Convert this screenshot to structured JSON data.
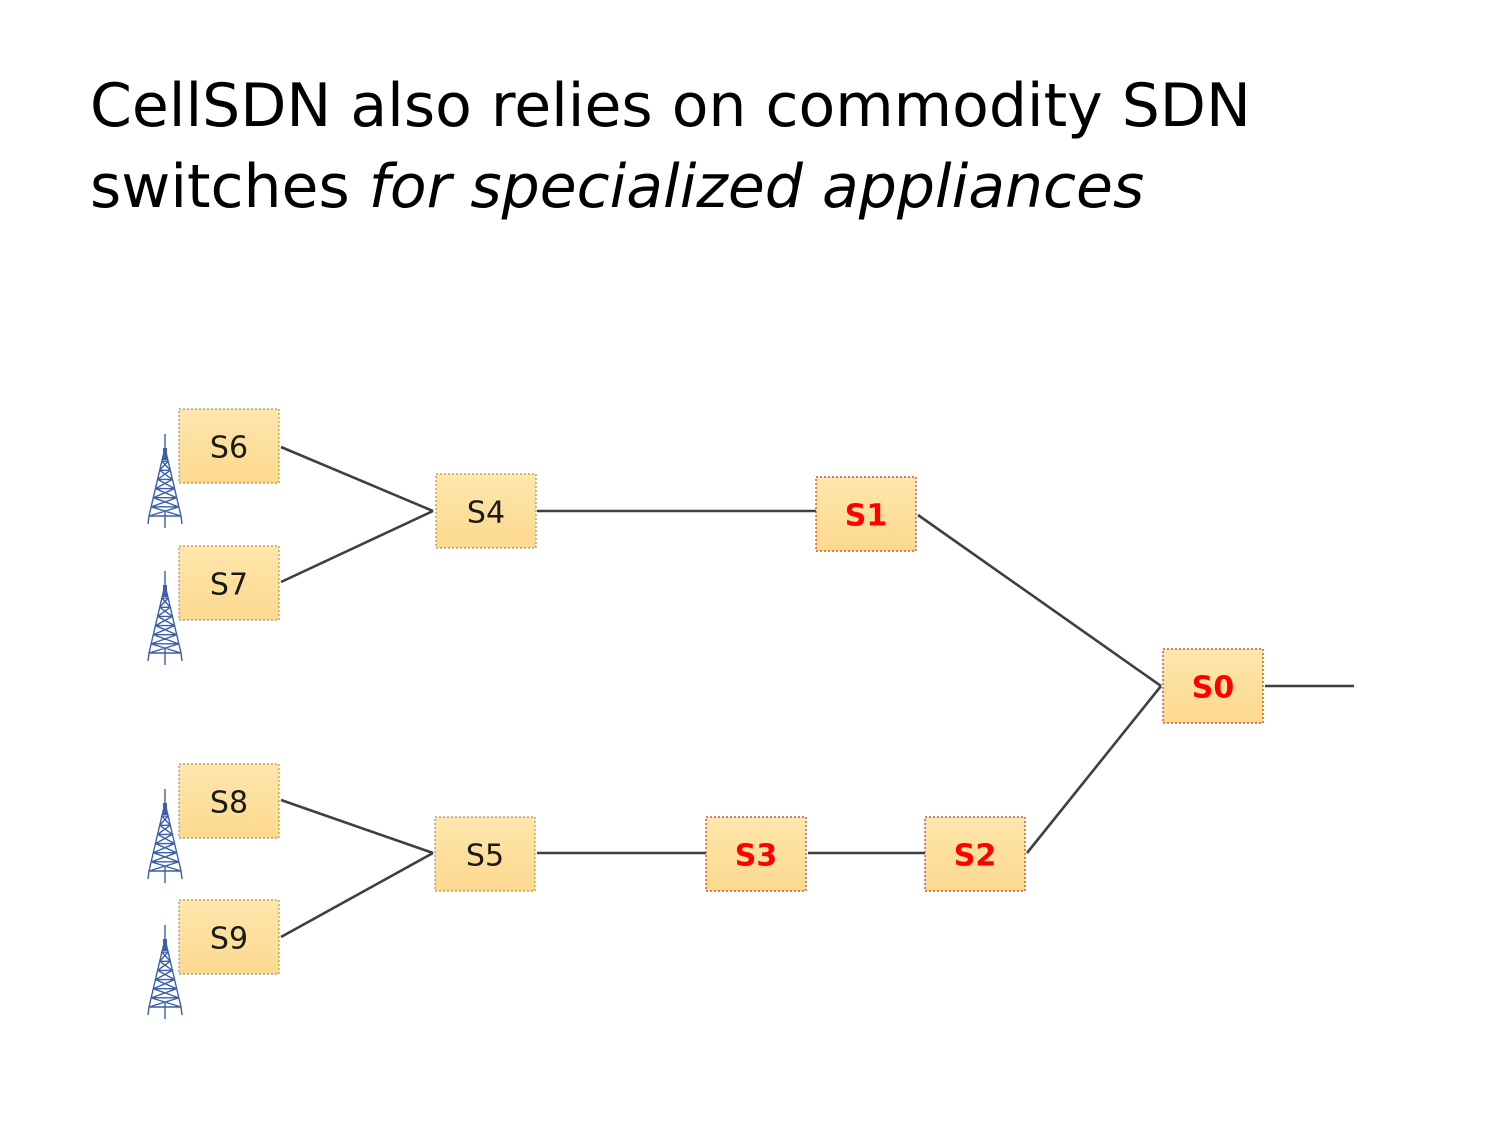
{
  "slide": {
    "title_line1": "CellSDN also relies on commodity SDN",
    "title_line2_plain": "switches ",
    "title_line2_italic": "for specialized appliances"
  },
  "colors": {
    "box_fill": "#fde2a3",
    "box_border_normal": "#b0905a",
    "box_border_special": "#c0392b",
    "label_normal": "#1a1a1a",
    "label_special": "#ff0000",
    "link": "#3f3f3f",
    "tower": "#3c5fa8"
  },
  "diagram": {
    "switches": [
      {
        "id": "S6",
        "label": "S6",
        "special": false
      },
      {
        "id": "S7",
        "label": "S7",
        "special": false
      },
      {
        "id": "S8",
        "label": "S8",
        "special": false
      },
      {
        "id": "S9",
        "label": "S9",
        "special": false
      },
      {
        "id": "S4",
        "label": "S4",
        "special": false
      },
      {
        "id": "S5",
        "label": "S5",
        "special": false
      },
      {
        "id": "S1",
        "label": "S1",
        "special": true
      },
      {
        "id": "S3",
        "label": "S3",
        "special": true
      },
      {
        "id": "S2",
        "label": "S2",
        "special": true
      },
      {
        "id": "S0",
        "label": "S0",
        "special": true
      }
    ],
    "links": [
      {
        "from": "S6",
        "to": "S4"
      },
      {
        "from": "S7",
        "to": "S4"
      },
      {
        "from": "S4",
        "to": "S1"
      },
      {
        "from": "S1",
        "to": "S0"
      },
      {
        "from": "S8",
        "to": "S5"
      },
      {
        "from": "S9",
        "to": "S5"
      },
      {
        "from": "S5",
        "to": "S3"
      },
      {
        "from": "S3",
        "to": "S2"
      },
      {
        "from": "S2",
        "to": "S0"
      },
      {
        "from": "S0",
        "to": "uplink"
      }
    ],
    "base_stations": [
      {
        "attached_to": "S6",
        "icon": "cell-tower-icon"
      },
      {
        "attached_to": "S7",
        "icon": "cell-tower-icon"
      },
      {
        "attached_to": "S8",
        "icon": "cell-tower-icon"
      },
      {
        "attached_to": "S9",
        "icon": "cell-tower-icon"
      }
    ]
  }
}
